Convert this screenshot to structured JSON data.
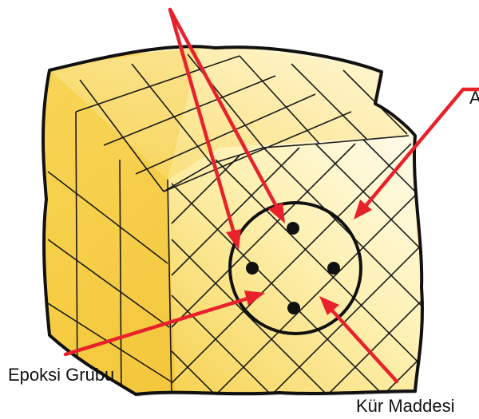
{
  "labels": {
    "epoxy_group": "Epoksi Grubu",
    "curing_agent": "Kür Maddesi",
    "top_right_partial": "A"
  },
  "colors": {
    "arrow": "#e8212b",
    "outline": "#111111",
    "fill_light": "#fffbe6",
    "fill_mid": "#fde88a",
    "fill_dark": "#f3c93c"
  }
}
